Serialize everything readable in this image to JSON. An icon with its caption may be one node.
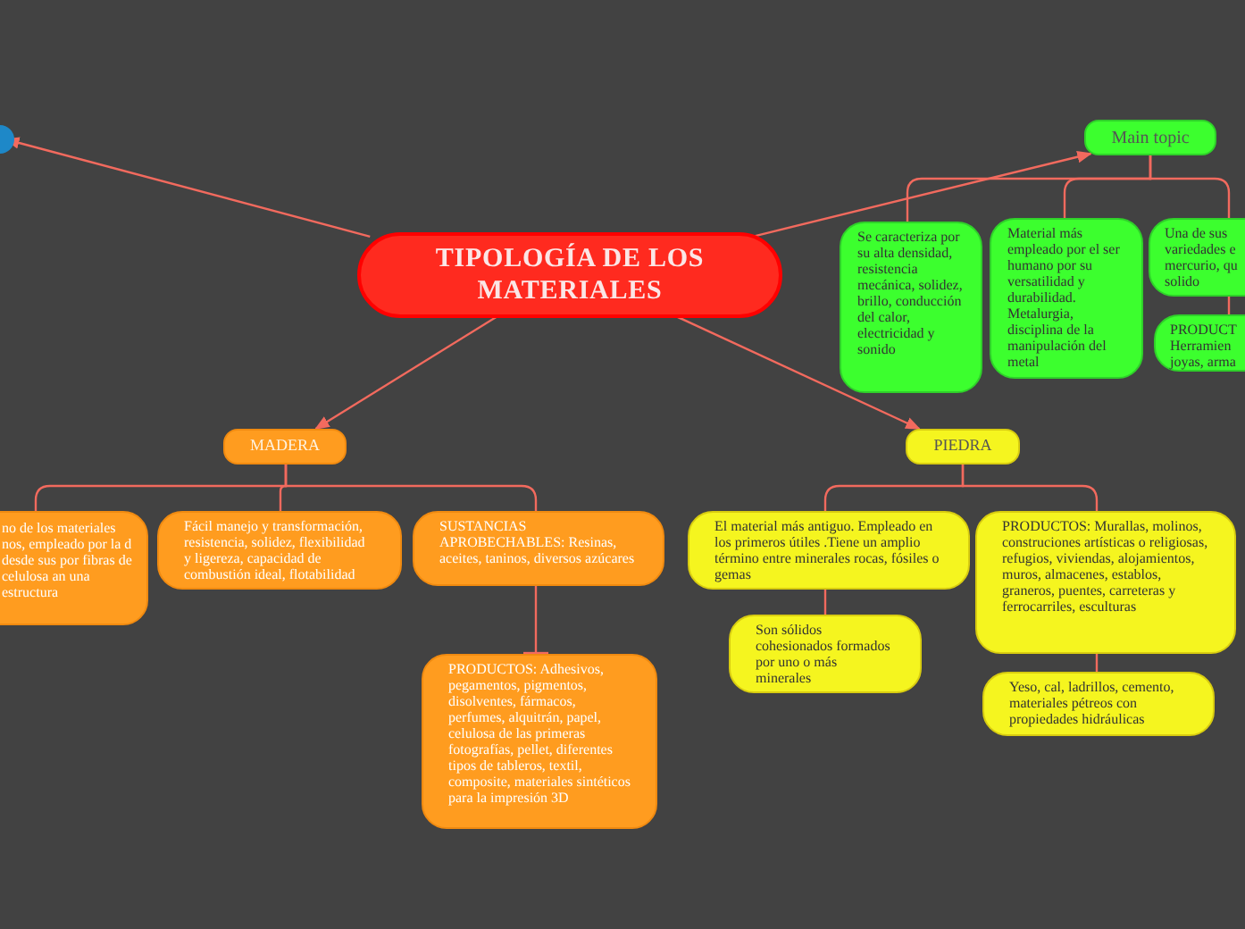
{
  "diagram": {
    "nodes": [
      {
        "text": [
          "TIPOLOGÍA DE LOS MATERIALES"
        ]
      },
      {
        "text": [],
        "shape": "circle"
      },
      {
        "text": [
          "Main topic"
        ]
      },
      {
        "text": [
          "Se caracteriza por su alta densidad, resistencia mecánica, solidez, brillo, conducción del calor, electricidad y sonido"
        ]
      },
      {
        "text": [
          "Material más empleado por el ser humano por su versatilidad y durabilidad. Metalurgia, disciplina de la manipulación del metal"
        ]
      },
      {
        "text": [
          "Una de sus variedades e mercurio, qu solido"
        ]
      },
      {
        "text": [
          "PRODUCT Herramien joyas, arma"
        ]
      },
      {
        "text": [
          "MADERA"
        ]
      },
      {
        "text": [
          "no de los materiales nos, empleado por la d desde sus por fibras de celulosa an una estructura"
        ]
      },
      {
        "text": [
          "Fácil manejo y transformación, resistencia, solidez, flexibilidad y ligereza, capacidad de combustión ideal, flotabilidad"
        ]
      },
      {
        "text": [
          "SUSTANCIAS APROBECHABLES: Resinas, aceites, taninos, diversos azúcares"
        ]
      },
      {
        "text": [
          "PRODUCTOS: Adhesivos, pegamentos, pigmentos, disolventes, fármacos, perfumes, alquitrán, papel, celulosa de las primeras fotografías, pellet, diferentes tipos de tableros, textil, composite, materiales sintéticos para la impresión 3D"
        ]
      },
      {
        "text": [
          "PIEDRA"
        ]
      },
      {
        "text": [
          "El material más antiguo. Empleado en los primeros útiles .Tiene un amplio término entre minerales rocas, fósiles o gemas"
        ]
      },
      {
        "text": [
          "Son sólidos cohesionados formados por uno o más minerales"
        ]
      },
      {
        "text": [
          "PRODUCTOS: Murallas, molinos, construciones artísticas o religiosas, refugios, viviendas, alojamientos, muros, almacenes, establos, graneros, puentes, carreteras y ferrocarriles, esculturas"
        ]
      },
      {
        "text": [
          "Yeso, cal, ladrillos, cemento, materiales pétreos con propiedades hidráulicas"
        ]
      }
    ],
    "edges": [
      {
        "from": 0,
        "to": 1,
        "arrow": "to"
      },
      {
        "from": 0,
        "to": 2,
        "arrow": "to"
      },
      {
        "from": 0,
        "to": 7,
        "arrow": "to"
      },
      {
        "from": 0,
        "to": 12,
        "arrow": "to"
      },
      {
        "from": 2,
        "to": 3,
        "arrow": "none"
      },
      {
        "from": 2,
        "to": 4,
        "arrow": "none"
      },
      {
        "from": 2,
        "to": 5,
        "arrow": "none"
      },
      {
        "from": 5,
        "to": 6,
        "arrow": "none"
      },
      {
        "from": 7,
        "to": 8,
        "arrow": "none"
      },
      {
        "from": 7,
        "to": 9,
        "arrow": "none"
      },
      {
        "from": 7,
        "to": 10,
        "arrow": "none"
      },
      {
        "from": 10,
        "to": 11,
        "arrow": "other"
      },
      {
        "from": 12,
        "to": 13,
        "arrow": "none"
      },
      {
        "from": 12,
        "to": 15,
        "arrow": "none"
      },
      {
        "from": 13,
        "to": 14,
        "arrow": "none"
      },
      {
        "from": 15,
        "to": 16,
        "arrow": "none"
      }
    ]
  }
}
